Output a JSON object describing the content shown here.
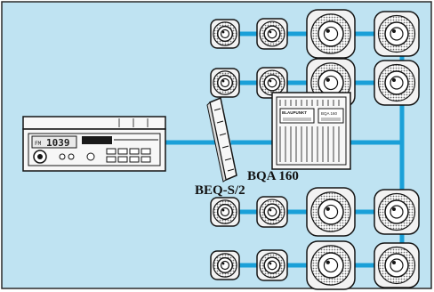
{
  "labels": {
    "equalizer": "BEQ-S/2",
    "amplifier": "BQA 160"
  },
  "radio_display": {
    "band": "FM",
    "frequency": "1039"
  },
  "amplifier_panel": {
    "brand": "BLAUPUNKT",
    "model": "BQA 160"
  },
  "colors": {
    "background": "#bfe3f2",
    "wire": "#1aa0d8",
    "outline": "#141414",
    "speaker_mesh": "#cfcfcf"
  },
  "icons": {
    "speaker": "speaker-icon",
    "car-radio": "car-radio-icon",
    "equalizer": "equalizer-icon",
    "amplifier": "amplifier-icon"
  }
}
